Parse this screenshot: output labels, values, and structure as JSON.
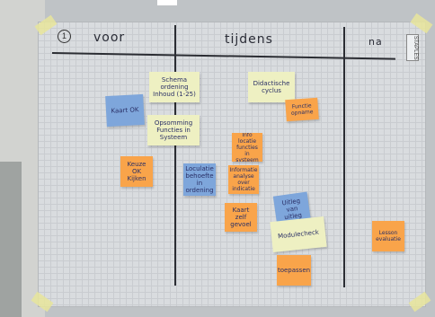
{
  "headings": {
    "number": "1",
    "before": "voor",
    "during": "tijdens",
    "after": "na",
    "brand": "STAPLES"
  },
  "notes": [
    {
      "text": "Schema ordening Inhoud (1-25)",
      "color": "yellow"
    },
    {
      "text": "Didactische cyclus",
      "color": "yellow"
    },
    {
      "text": "Opsomming Functies in Systeem",
      "color": "yellow"
    },
    {
      "text": "Kaart OK",
      "color": "blue"
    },
    {
      "text": "Keuze OK Kijken",
      "color": "orange"
    },
    {
      "text": "Loculatie behoefte in ordening",
      "color": "blue"
    },
    {
      "text": "Info locatie functies in systeem",
      "color": "orange"
    },
    {
      "text": "Informatie analyse over indicatie",
      "color": "orange"
    },
    {
      "text": "Functie opname",
      "color": "orange"
    },
    {
      "text": "Kaart zelf gevoel",
      "color": "orange"
    },
    {
      "text": "Uitleg van uitleg",
      "color": "blue"
    },
    {
      "text": "Modulecheck",
      "color": "yellow"
    },
    {
      "text": "toepassen",
      "color": "orange"
    },
    {
      "text": "Lesson evaluatie",
      "color": "orange"
    }
  ]
}
